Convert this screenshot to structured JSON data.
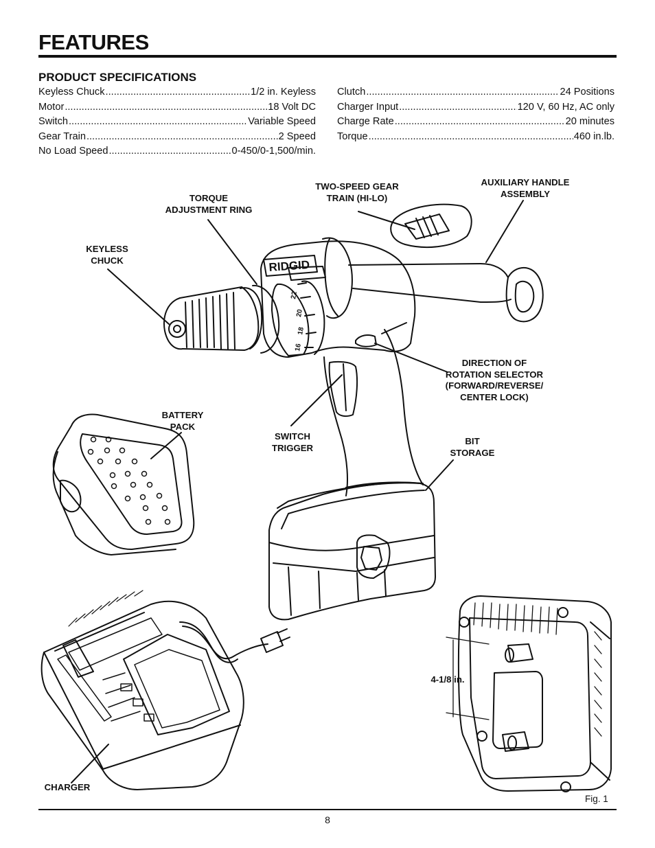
{
  "page": {
    "title": "FEATURES",
    "section_heading": "PRODUCT SPECIFICATIONS",
    "figure_label": "Fig. 1",
    "page_number": "8"
  },
  "specs_left": [
    {
      "label": "Keyless Chuck",
      "value": "1/2 in. Keyless"
    },
    {
      "label": "Motor",
      "value": "18 Volt DC"
    },
    {
      "label": "Switch",
      "value": "Variable Speed"
    },
    {
      "label": "Gear Train",
      "value": "2 Speed"
    },
    {
      "label": "No Load Speed",
      "value": "0-450/0-1,500/min."
    }
  ],
  "specs_right": [
    {
      "label": "Clutch",
      "value": "24 Positions"
    },
    {
      "label": "Charger Input",
      "value": "120 V, 60 Hz, AC only"
    },
    {
      "label": "Charge Rate",
      "value": "20 minutes"
    },
    {
      "label": "Torque",
      "value": "460 in.lb."
    }
  ],
  "callouts": {
    "torque_ring": "TORQUE\nADJUSTMENT RING",
    "two_speed": "TWO-SPEED GEAR\nTRAIN (HI-LO)",
    "aux_handle": "AUXILIARY HANDLE\nASSEMBLY",
    "keyless_chuck": "KEYLESS\nCHUCK",
    "direction": "DIRECTION OF\nROTATION SELECTOR\n(FORWARD/REVERSE/\nCENTER LOCK)",
    "battery_pack": "BATTERY\nPACK",
    "switch_trigger": "SWITCH\nTRIGGER",
    "bit_storage": "BIT\nSTORAGE",
    "charger": "CHARGER",
    "dimension": "4-1/8 in."
  },
  "drill_brand": "RIDGID",
  "clutch_numbers": [
    "16",
    "18",
    "20",
    "22"
  ]
}
